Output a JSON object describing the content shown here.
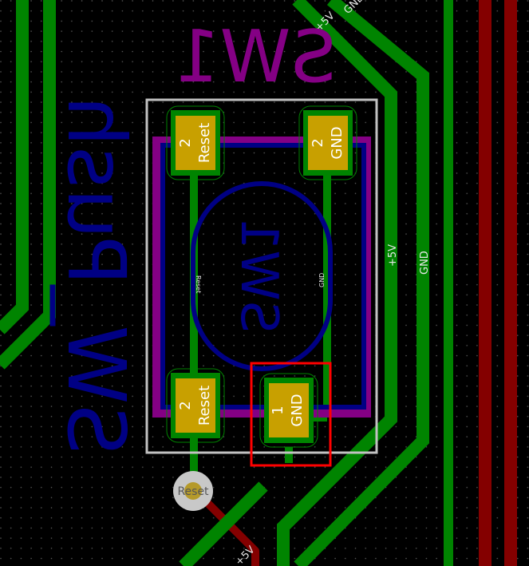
{
  "footprint": {
    "reference": "SW1",
    "value": "SW_Push",
    "fab_reference": "SW1"
  },
  "pads": [
    {
      "number": "2",
      "net": "Reset"
    },
    {
      "number": "2",
      "net": "GND"
    },
    {
      "number": "2",
      "net": "Reset"
    },
    {
      "number": "1",
      "net": "GND"
    }
  ],
  "via": {
    "net": "Reset"
  },
  "track_labels": {
    "plus5v_a": "+5V",
    "gnd_a": "GND",
    "plus5v_b": "+5V",
    "gnd_b": "GND",
    "plus5v_c": "+5V",
    "reset_small": "Reset",
    "gnd_small": "GND"
  },
  "colors": {
    "background": "#000000",
    "front_copper": "#008400",
    "back_copper": "#840000",
    "silkscreen": "#840084",
    "fab_layer": "#000084",
    "courtyard": "#c2c2c2",
    "selection": "#ff0000",
    "pad": "#c8a000"
  }
}
